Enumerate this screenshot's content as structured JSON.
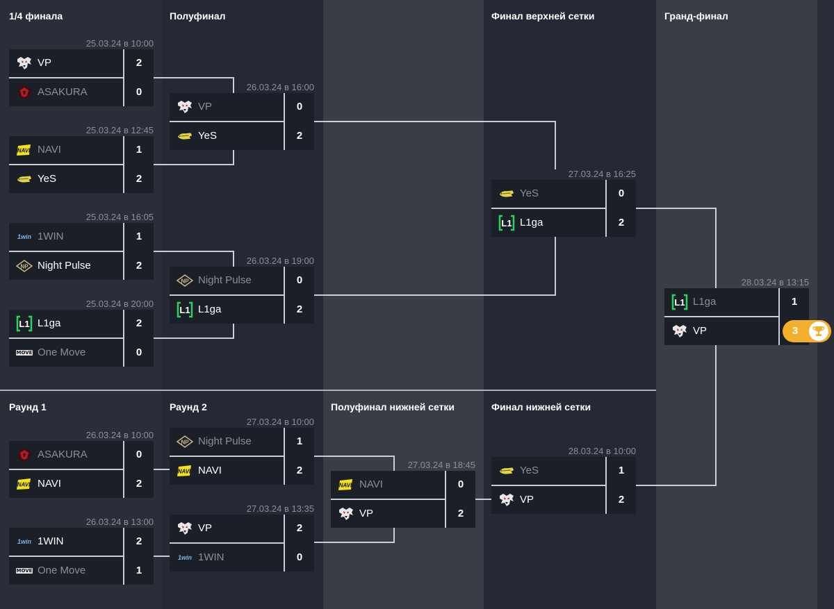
{
  "colors": {
    "accent": "#f4b02c",
    "line": "#c9ced8",
    "muted": "#8a8f9a",
    "card": "#1b1f28"
  },
  "headers": {
    "qf": "1/4 финала",
    "sf": "Полуфинал",
    "ubf": "Финал верхней сетки",
    "gf": "Гранд-финал",
    "r1": "Раунд 1",
    "r2": "Раунд 2",
    "lbsf": "Полуфинал нижней сетки",
    "lbf": "Финал нижней сетки"
  },
  "matches": {
    "qf1": {
      "date": "25.03.24 в 10:00",
      "t1": {
        "name": "VP",
        "logo": "vp-logo",
        "score": "2"
      },
      "t2": {
        "name": "ASAKURA",
        "logo": "asakura-logo",
        "score": "0"
      }
    },
    "qf2": {
      "date": "25.03.24 в 12:45",
      "t1": {
        "name": "NAVI",
        "logo": "navi-logo",
        "score": "1"
      },
      "t2": {
        "name": "YeS",
        "logo": "yes-logo",
        "score": "2"
      }
    },
    "qf3": {
      "date": "25.03.24 в 16:05",
      "t1": {
        "name": "1WIN",
        "logo": "1win-logo",
        "score": "1"
      },
      "t2": {
        "name": "Night Pulse",
        "logo": "nightpulse-logo",
        "score": "2"
      }
    },
    "qf4": {
      "date": "25.03.24 в 20:00",
      "t1": {
        "name": "L1ga",
        "logo": "l1ga-logo",
        "score": "2"
      },
      "t2": {
        "name": "One Move",
        "logo": "onemove-logo",
        "score": "0"
      }
    },
    "sf1": {
      "date": "26.03.24 в 16:00",
      "t1": {
        "name": "VP",
        "logo": "vp-logo",
        "score": "0"
      },
      "t2": {
        "name": "YeS",
        "logo": "yes-logo",
        "score": "2"
      }
    },
    "sf2": {
      "date": "26.03.24 в 19:00",
      "t1": {
        "name": "Night Pulse",
        "logo": "nightpulse-logo",
        "score": "0"
      },
      "t2": {
        "name": "L1ga",
        "logo": "l1ga-logo",
        "score": "2"
      }
    },
    "ubf": {
      "date": "27.03.24 в 16:25",
      "t1": {
        "name": "YeS",
        "logo": "yes-logo",
        "score": "0"
      },
      "t2": {
        "name": "L1ga",
        "logo": "l1ga-logo",
        "score": "2"
      }
    },
    "gf": {
      "date": "28.03.24 в 13:15",
      "t1": {
        "name": "L1ga",
        "logo": "l1ga-logo",
        "score": "1"
      },
      "t2": {
        "name": "VP",
        "logo": "vp-logo",
        "score": "3"
      }
    },
    "lr1a": {
      "date": "26.03.24 в 10:00",
      "t1": {
        "name": "ASAKURA",
        "logo": "asakura-logo",
        "score": "0"
      },
      "t2": {
        "name": "NAVI",
        "logo": "navi-logo",
        "score": "2"
      }
    },
    "lr1b": {
      "date": "26.03.24 в 13:00",
      "t1": {
        "name": "1WIN",
        "logo": "1win-logo",
        "score": "2"
      },
      "t2": {
        "name": "One Move",
        "logo": "onemove-logo",
        "score": "1"
      }
    },
    "lr2a": {
      "date": "27.03.24 в 10:00",
      "t1": {
        "name": "Night Pulse",
        "logo": "nightpulse-logo",
        "score": "1"
      },
      "t2": {
        "name": "NAVI",
        "logo": "navi-logo",
        "score": "2"
      }
    },
    "lr2b": {
      "date": "27.03.24 в 13:35",
      "t1": {
        "name": "VP",
        "logo": "vp-logo",
        "score": "2"
      },
      "t2": {
        "name": "1WIN",
        "logo": "1win-logo",
        "score": "0"
      }
    },
    "lbsf": {
      "date": "27.03.24 в 18:45",
      "t1": {
        "name": "NAVI",
        "logo": "navi-logo",
        "score": "0"
      },
      "t2": {
        "name": "VP",
        "logo": "vp-logo",
        "score": "2"
      }
    },
    "lbf": {
      "date": "28.03.24 в 10:00",
      "t1": {
        "name": "YeS",
        "logo": "yes-logo",
        "score": "1"
      },
      "t2": {
        "name": "VP",
        "logo": "vp-logo",
        "score": "2"
      }
    }
  },
  "logo_text": {
    "onemove": "MOVE",
    "win": "1win"
  },
  "champion": {
    "score": "3",
    "icon": "trophy-icon"
  }
}
